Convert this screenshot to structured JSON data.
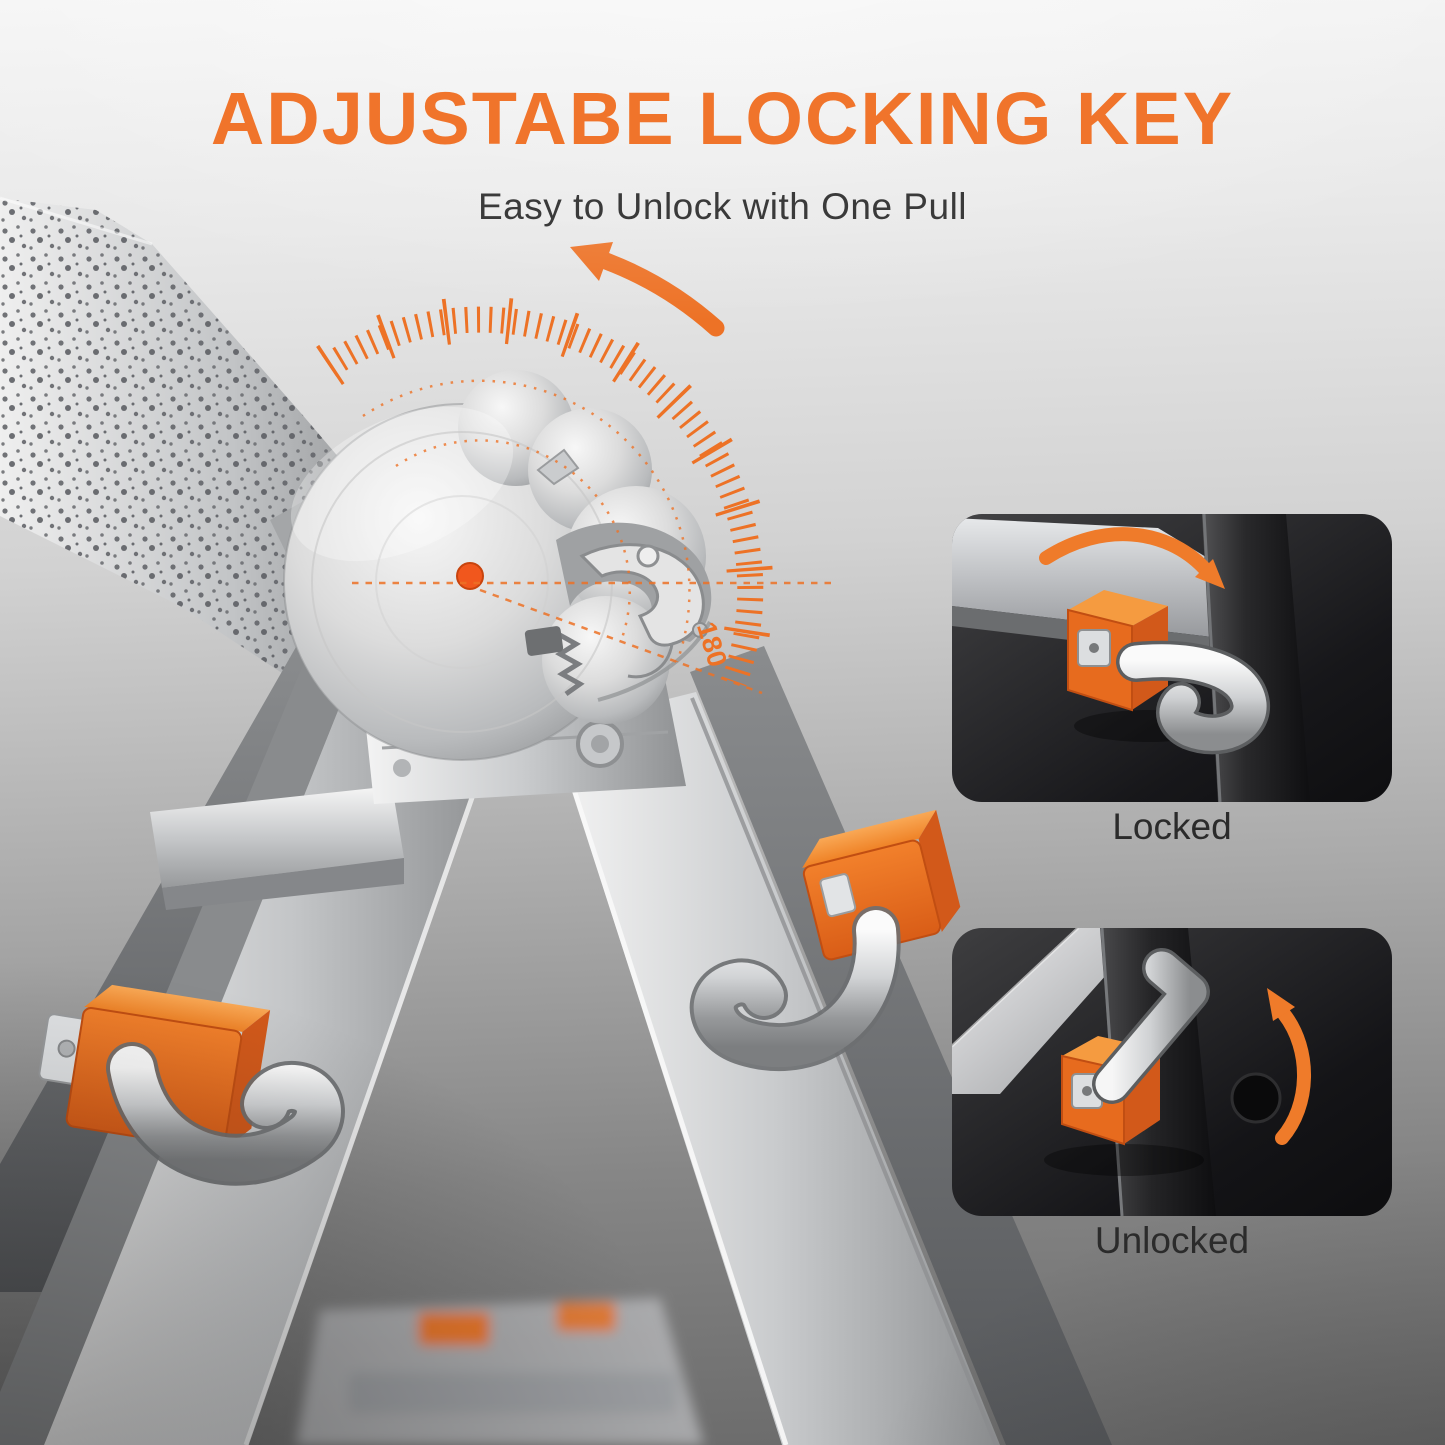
{
  "page": {
    "title": "ADJUSTABE LOCKING KEY",
    "subtitle": "Easy to Unlock with One Pull"
  },
  "dial": {
    "angle_label": "180"
  },
  "insets": [
    {
      "label": "Locked"
    },
    {
      "label": "Unlocked"
    }
  ],
  "colors": {
    "accent_orange": "#ED7226",
    "title_orange": "#F0742B",
    "subtitle_gray": "#3A3A3A",
    "label_gray": "#2B2B2B",
    "background_top": "#F2F2F2",
    "background_bottom": "#6A6A6A",
    "inset_background": "#1A1A1A",
    "metal_silver": "#C9CBCD",
    "pivot_dot": "#F1571D"
  }
}
